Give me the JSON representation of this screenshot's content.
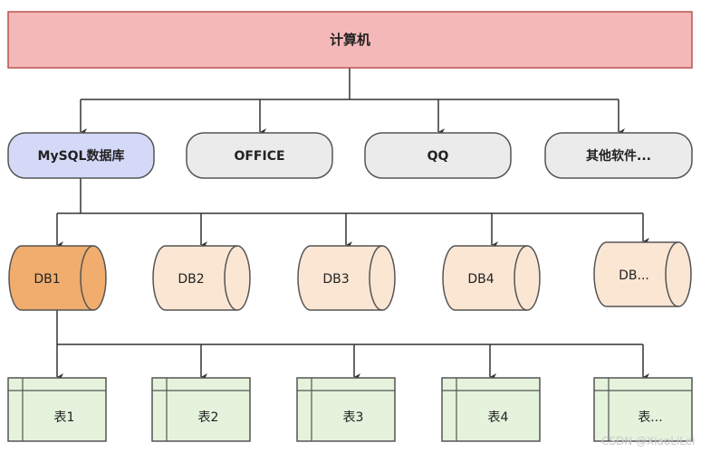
{
  "root": {
    "label": "计算机",
    "fill": "#f4b8b8",
    "stroke": "#b85450"
  },
  "software": [
    {
      "label": "MySQL数据库",
      "fill": "#d4d9f8",
      "stroke": "#555555"
    },
    {
      "label": "OFFICE",
      "fill": "#ebebeb",
      "stroke": "#555555"
    },
    {
      "label": "QQ",
      "fill": "#ebebeb",
      "stroke": "#555555"
    },
    {
      "label": "其他软件...",
      "fill": "#ebebeb",
      "stroke": "#555555"
    }
  ],
  "databases": [
    {
      "label": "DB1",
      "fill": "#f0ad6e",
      "stroke": "#555555"
    },
    {
      "label": "DB2",
      "fill": "#fbe6d4",
      "stroke": "#555555"
    },
    {
      "label": "DB3",
      "fill": "#fbe6d4",
      "stroke": "#555555"
    },
    {
      "label": "DB4",
      "fill": "#fbe6d4",
      "stroke": "#555555"
    },
    {
      "label": "DB...",
      "fill": "#fbe6d4",
      "stroke": "#555555"
    }
  ],
  "tables": [
    {
      "label": "表1",
      "fill": "#e5f3dc",
      "stroke": "#555555"
    },
    {
      "label": "表2",
      "fill": "#e5f3dc",
      "stroke": "#555555"
    },
    {
      "label": "表3",
      "fill": "#e5f3dc",
      "stroke": "#555555"
    },
    {
      "label": "表4",
      "fill": "#e5f3dc",
      "stroke": "#555555"
    },
    {
      "label": "表...",
      "fill": "#e5f3dc",
      "stroke": "#555555"
    }
  ],
  "watermark": "CSDN @XiaoLiLei",
  "connector_color": "#333333"
}
